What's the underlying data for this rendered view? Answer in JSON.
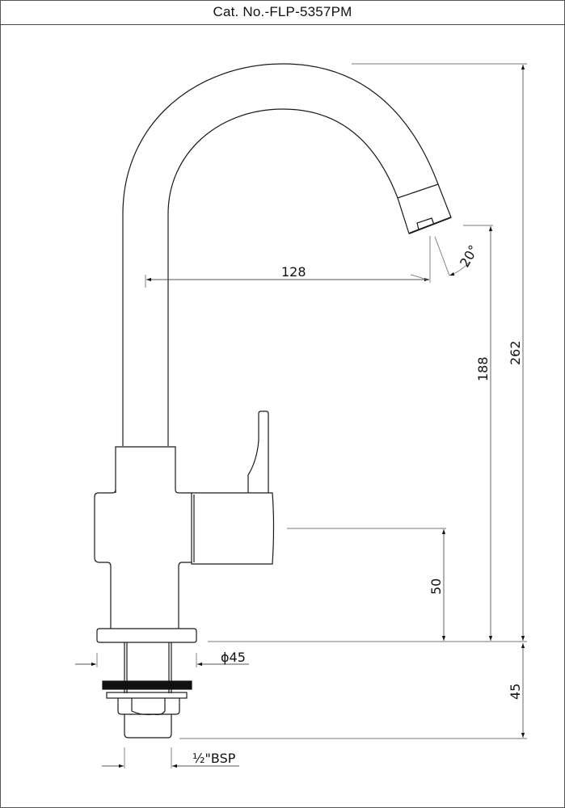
{
  "header": {
    "title": "Cat. No.-FLP-5357PM"
  },
  "drawing": {
    "subject": "pillar tap with swan-neck spout, side elevation",
    "dimensions": {
      "spout_reach": "128",
      "spout_angle": "20°",
      "spout_outlet_height": "188",
      "overall_height": "262",
      "handle_height": "50",
      "base_diameter": "ϕ45",
      "shank_length": "45",
      "thread": "½\"BSP"
    },
    "colors": {
      "line": "#1a1a1a",
      "dim_line": "#777777",
      "washer": "#111111",
      "background": "#ffffff"
    }
  }
}
